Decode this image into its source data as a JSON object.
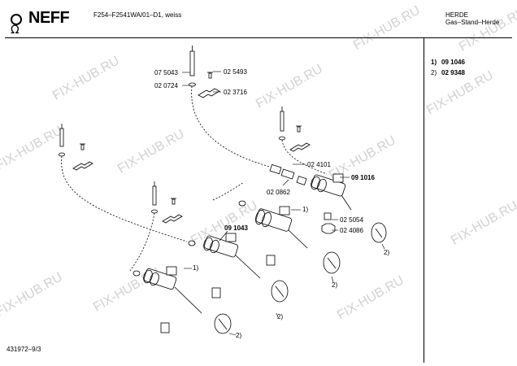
{
  "header": {
    "model": "F254–F2541WA/01–D1, weiss",
    "category": "HERDE",
    "subcategory": "Gas–Stand–Herde"
  },
  "brand": {
    "logo_text": "NEFF"
  },
  "legend": [
    {
      "number": "1)",
      "code": "09 1046"
    },
    {
      "number": "2)",
      "code": "02 9348"
    }
  ],
  "parts": {
    "p1": "07 5043",
    "p2": "02 5493",
    "p3": "02 0724",
    "p4": "02 3716",
    "p5": "02 4101",
    "p6": "09 1016",
    "p7": "02 0862",
    "p8": "09 1043",
    "p9": "02 5054",
    "p10": "02 4086"
  },
  "callouts": {
    "c1": "1)",
    "c2": "1)",
    "c3": "2)",
    "c4": "2)",
    "c5": "2)",
    "c6": "2)"
  },
  "footer": {
    "drawing_id": "431972–9/3"
  },
  "watermark": {
    "text": "FIX-HUB.RU"
  }
}
